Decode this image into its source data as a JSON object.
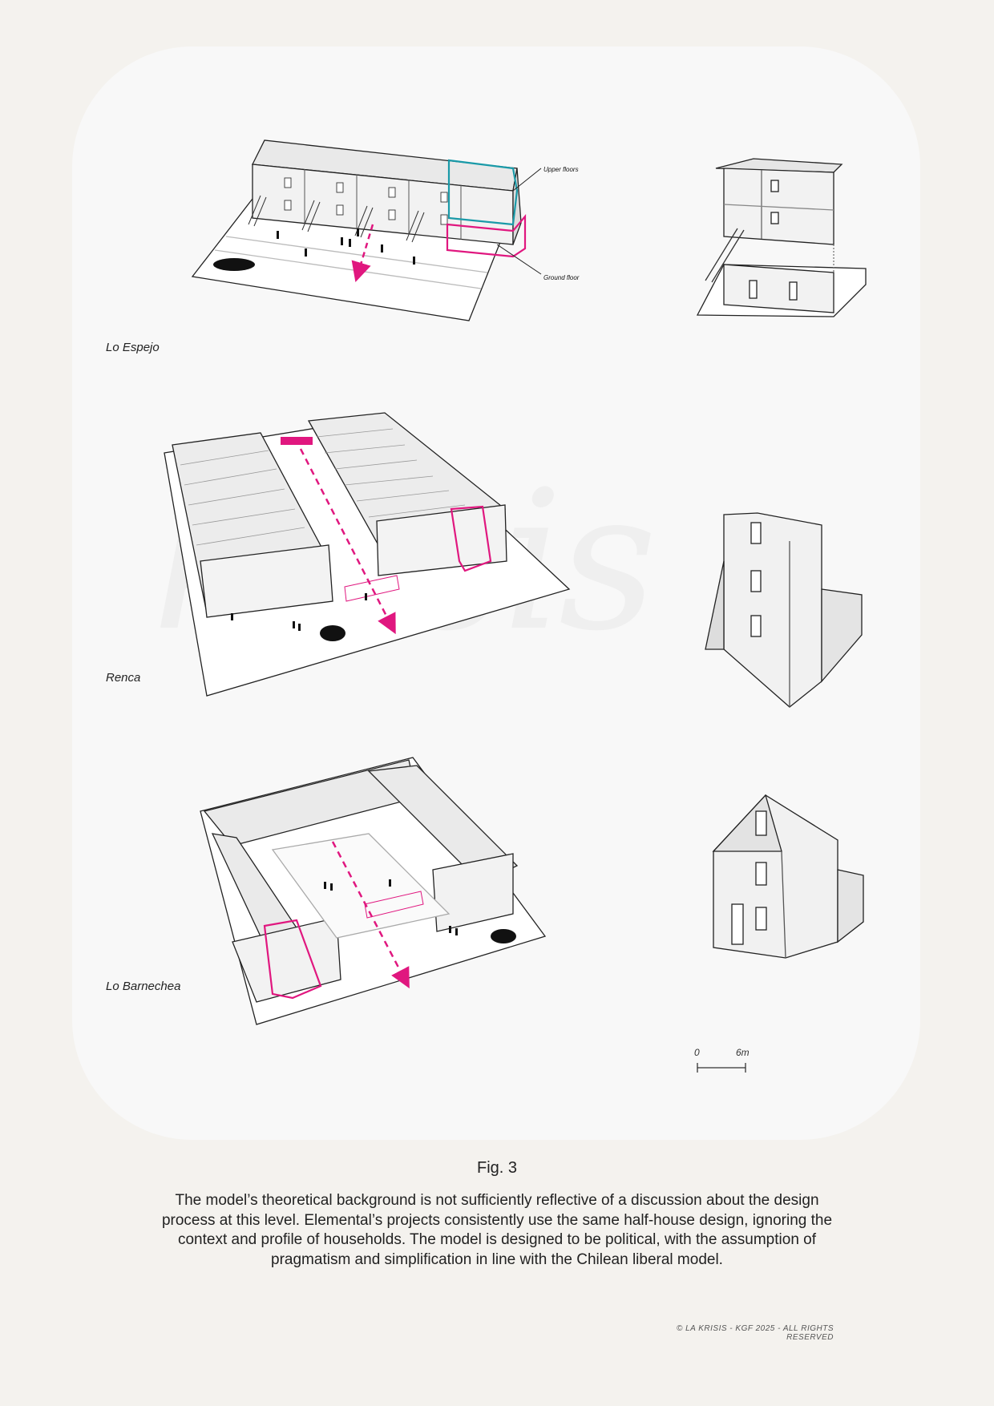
{
  "labels": {
    "lo_espejo": "Lo Espejo",
    "renca": "Renca",
    "lo_barnechea": "Lo Barnechea",
    "upper_floors": "Upper floors",
    "ground_floor": "Ground floor"
  },
  "scale_bar": {
    "start": "0",
    "end": "6m"
  },
  "caption": {
    "title": "Fig. 3",
    "body": "The model’s theoretical background is not sufficiently reflective of a discussion about the design process at this level. Elemental’s projects consistently use the same half-house design, ignoring the context and profile of households. The model is designed to be political, with the assumption of pragmatism and simplification in line with the Chilean liberal model."
  },
  "copyright": "© LA KRISIS - KGF 2025 - ALL RIGHTS RESERVED",
  "colors": {
    "accent": "#e0177f",
    "teal": "#1a9aa8",
    "panel": "#f8f8f8",
    "page": "#f4f2ee"
  }
}
